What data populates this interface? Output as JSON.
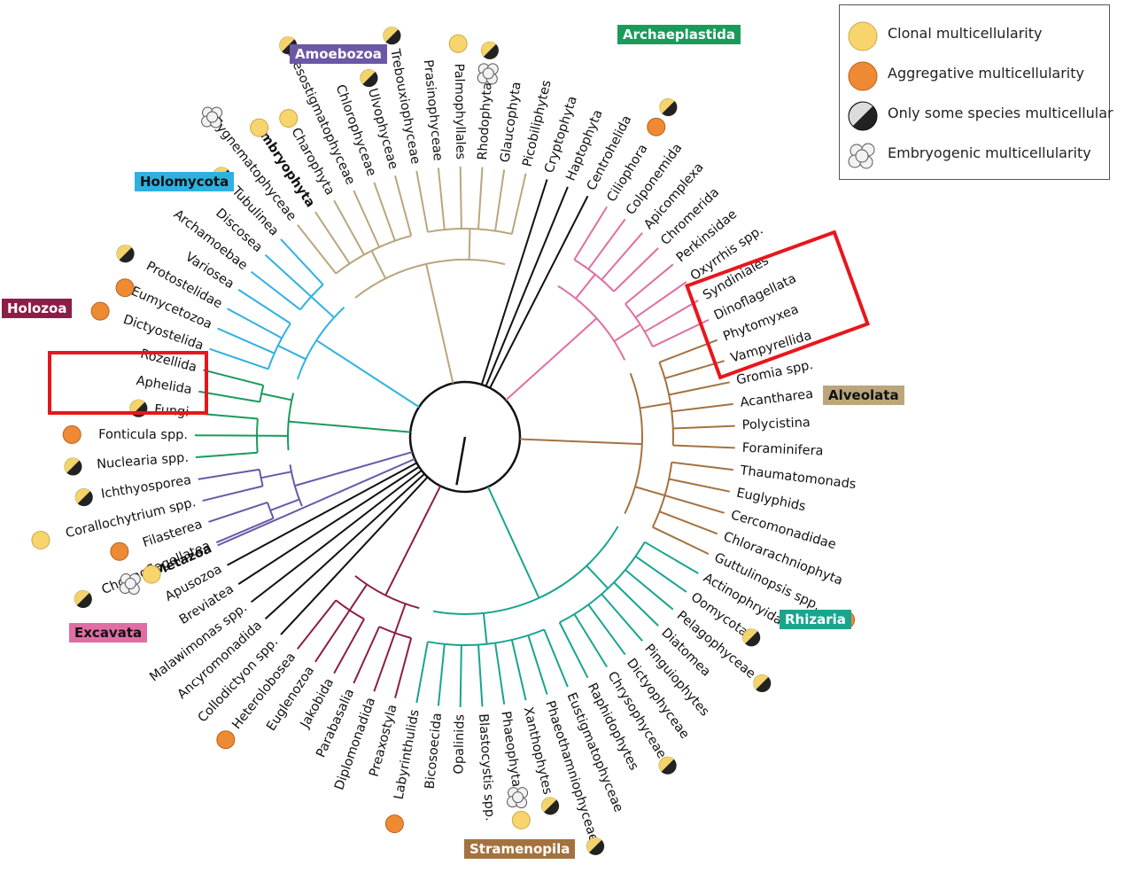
{
  "colors": {
    "clonal": "#f8d56c",
    "aggregative": "#ed8a33",
    "highlight": "#e8161c",
    "backbone": "#111111"
  },
  "legend": [
    {
      "icon": "clonal",
      "label": "Clonal multicellularity"
    },
    {
      "icon": "aggregative",
      "label": "Aggregative multicellularity"
    },
    {
      "icon": "some",
      "label": "Only some species multicellular"
    },
    {
      "icon": "embryo",
      "label": "Embryogenic multicellularity"
    }
  ],
  "groups": [
    {
      "label": "Amoebozoa",
      "color": "#6b58a6",
      "text": "#ffffff"
    },
    {
      "label": "Archaeplastida",
      "color": "#1a9b5a",
      "text": "#ffffff"
    },
    {
      "label": "Holomycota",
      "color": "#2fb1e0",
      "text": "#111111"
    },
    {
      "label": "Holozoa",
      "color": "#8c1d48",
      "text": "#ffffff"
    },
    {
      "label": "Alveolata",
      "color": "#bba67c",
      "text": "#111111"
    },
    {
      "label": "Rhizaria",
      "color": "#19a48f",
      "text": "#ffffff"
    },
    {
      "label": "Excavata",
      "color": "#df6ea4",
      "text": "#111111"
    },
    {
      "label": "Stramenopila",
      "color": "#a4723f",
      "text": "#ffffff"
    }
  ],
  "taxa": [
    {
      "label": "Choanoflagellatea",
      "group": 3,
      "icons": [
        "some"
      ]
    },
    {
      "label": "Filasterea",
      "group": 3,
      "icons": [
        "aggregative"
      ]
    },
    {
      "label": "Corallochytrium spp.",
      "group": 3,
      "icons": [
        "clonal"
      ]
    },
    {
      "label": "Ichthyosporea",
      "group": 3,
      "icons": [
        "some"
      ]
    },
    {
      "label": "Nuclearia spp.",
      "group": 2,
      "icons": [
        "some"
      ]
    },
    {
      "label": "Fonticula spp.",
      "group": 2,
      "icons": [
        "aggregative"
      ]
    },
    {
      "label": "Fungi",
      "group": 2,
      "icons": [
        "some"
      ]
    },
    {
      "label": "Aphelida",
      "group": 2,
      "icons": []
    },
    {
      "label": "Rozellida",
      "group": 2,
      "icons": []
    },
    {
      "label": "Dictyostelida",
      "group": 0,
      "icons": [
        "aggregative"
      ]
    },
    {
      "label": "Eumycetozoa",
      "group": 0,
      "icons": [
        "aggregative"
      ]
    },
    {
      "label": "Protostelidae",
      "group": 0,
      "icons": [
        "some"
      ]
    },
    {
      "label": "Variosea",
      "group": 0,
      "icons": []
    },
    {
      "label": "Archamoebae",
      "group": 0,
      "icons": []
    },
    {
      "label": "Discosea",
      "group": 0,
      "icons": []
    },
    {
      "label": "Tubulinea",
      "group": 0,
      "icons": [
        "some"
      ]
    },
    {
      "label": "Zygnematophyceae",
      "group": 1,
      "icons": [
        "embryo"
      ]
    },
    {
      "label": "Embryophyta",
      "group": 1,
      "icons": [
        "clonal"
      ]
    },
    {
      "label": "Charophyta",
      "group": 1,
      "icons": [
        "clonal"
      ]
    },
    {
      "label": "Mesostigmatophyceae",
      "group": 1,
      "icons": [
        "some"
      ]
    },
    {
      "label": "Chlorophyceae",
      "group": 1,
      "icons": []
    },
    {
      "label": "Ulvophyceae",
      "group": 1,
      "icons": [
        "some"
      ]
    },
    {
      "label": "Trebouxiophyceae",
      "group": 1,
      "icons": [
        "some"
      ]
    },
    {
      "label": "Prasinophyceae",
      "group": 1,
      "icons": []
    },
    {
      "label": "Palmophyllales",
      "group": 1,
      "icons": [
        "clonal"
      ]
    },
    {
      "label": "Rhodophyta",
      "group": 1,
      "icons": [
        "embryo",
        "some"
      ]
    },
    {
      "label": "Glaucophyta",
      "group": 1,
      "icons": []
    },
    {
      "label": "Picobiliphytes",
      "group": 1,
      "icons": []
    },
    {
      "label": "Cryptophyta",
      "group": -1,
      "icons": []
    },
    {
      "label": "Haptophyta",
      "group": -1,
      "icons": []
    },
    {
      "label": "Centrohelida",
      "group": -1,
      "icons": []
    },
    {
      "label": "Ciliophora",
      "group": 4,
      "icons": [
        "aggregative",
        "some"
      ]
    },
    {
      "label": "Colponemida",
      "group": 4,
      "icons": []
    },
    {
      "label": "Apicomplexa",
      "group": 4,
      "icons": []
    },
    {
      "label": "Chromerida",
      "group": 4,
      "icons": []
    },
    {
      "label": "Perkinsidae",
      "group": 4,
      "icons": []
    },
    {
      "label": "Oxyrrhis spp.",
      "group": 4,
      "icons": []
    },
    {
      "label": "Syndiniales",
      "group": 4,
      "icons": []
    },
    {
      "label": "Dinoflagellata",
      "group": 4,
      "icons": []
    },
    {
      "label": "Phytomyxea",
      "group": 5,
      "icons": []
    },
    {
      "label": "Vampyrellida",
      "group": 5,
      "icons": []
    },
    {
      "label": "Gromia spp.",
      "group": 5,
      "icons": []
    },
    {
      "label": "Acantharea",
      "group": 5,
      "icons": []
    },
    {
      "label": "Polycistina",
      "group": 5,
      "icons": []
    },
    {
      "label": "Foraminifera",
      "group": 5,
      "icons": []
    },
    {
      "label": "Thaumatomonads",
      "group": 5,
      "icons": []
    },
    {
      "label": "Euglyphids",
      "group": 5,
      "icons": []
    },
    {
      "label": "Cercomonadidae",
      "group": 5,
      "icons": []
    },
    {
      "label": "Chlorarachniophyta",
      "group": 5,
      "icons": []
    },
    {
      "label": "Guttulinopsis spp.",
      "group": 5,
      "icons": [
        "aggregative"
      ]
    },
    {
      "label": "Actinophryidae",
      "group": 6,
      "icons": []
    },
    {
      "label": "Oomycota",
      "group": 6,
      "icons": [
        "some"
      ]
    },
    {
      "label": "Pelagophyceae",
      "group": 6,
      "icons": [
        "some"
      ]
    },
    {
      "label": "Diatomea",
      "group": 6,
      "icons": []
    },
    {
      "label": "Pinguiophytes",
      "group": 6,
      "icons": []
    },
    {
      "label": "Dictyophyceae",
      "group": 6,
      "icons": []
    },
    {
      "label": "Chrysophyceae",
      "group": 6,
      "icons": [
        "some"
      ]
    },
    {
      "label": "Raphidophytes",
      "group": 6,
      "icons": []
    },
    {
      "label": "Eustigmatophyceae",
      "group": 6,
      "icons": []
    },
    {
      "label": "Phaeothamniophyceae",
      "group": 6,
      "icons": [
        "some"
      ]
    },
    {
      "label": "Xanthophytes",
      "group": 6,
      "icons": [
        "some"
      ]
    },
    {
      "label": "Phaeophyta",
      "group": 6,
      "icons": [
        "embryo",
        "clonal"
      ]
    },
    {
      "label": "Blastocystis spp.",
      "group": 6,
      "icons": []
    },
    {
      "label": "Opalinids",
      "group": 6,
      "icons": []
    },
    {
      "label": "Bicosoecida",
      "group": 6,
      "icons": []
    },
    {
      "label": "Labyrinthulids",
      "group": 6,
      "icons": [
        "aggregative"
      ]
    },
    {
      "label": "Preaxostyla",
      "group": 7,
      "icons": []
    },
    {
      "label": "Diplomonadida",
      "group": 7,
      "icons": []
    },
    {
      "label": "Parabasalia",
      "group": 7,
      "icons": []
    },
    {
      "label": "Jakobida",
      "group": 7,
      "icons": []
    },
    {
      "label": "Euglenozoa",
      "group": 7,
      "icons": []
    },
    {
      "label": "Heterolobosea",
      "group": 7,
      "icons": [
        "aggregative"
      ]
    },
    {
      "label": "Collodictyon spp.",
      "group": -1,
      "icons": []
    },
    {
      "label": "Ancyromonadida",
      "group": -1,
      "icons": []
    },
    {
      "label": "Malawimonas spp.",
      "group": -1,
      "icons": []
    },
    {
      "label": "Breviatea",
      "group": -1,
      "icons": []
    },
    {
      "label": "Apusozoa",
      "group": -1,
      "icons": []
    },
    {
      "label": "Metazoa",
      "group": 3,
      "icons": [
        "clonal",
        "embryo"
      ]
    }
  ]
}
